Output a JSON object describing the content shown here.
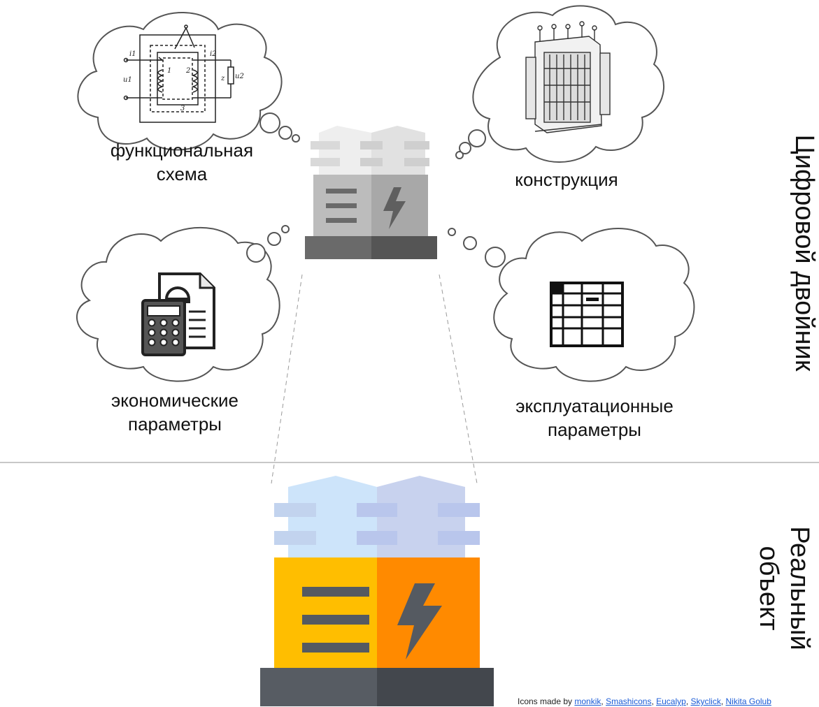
{
  "labels": {
    "functional_line1": "функциональная",
    "functional_line2": "схема",
    "construction": "конструкция",
    "economic_line1": "экономические",
    "economic_line2": "параметры",
    "operational_line1": "эксплуатационные",
    "operational_line2": "параметры"
  },
  "side_titles": {
    "digital_twin": "Цифровой двойник",
    "real_object_line1": "Реальный",
    "real_object_line2": "объект"
  },
  "schematic_text": {
    "i1": "i1",
    "u1": "u1",
    "n1": "1",
    "n2": "2",
    "i2": "i2",
    "z": "z",
    "u2": "u2",
    "n3": "3"
  },
  "credits": {
    "prefix": "Icons made by",
    "authors": [
      "monkik",
      "Smashicons",
      "Eucalyp",
      "Skyclick",
      "Nikita Golub"
    ]
  },
  "colors": {
    "real_yellow": "#FFBE00",
    "real_orange": "#FF8A00",
    "real_base_left": "#575C63",
    "real_base_right": "#43474D",
    "real_top_left": "#CDE4FA",
    "real_top_right": "#C8D2EE",
    "real_fin": "#B9C6EC",
    "twin_light": "#E3E3E3",
    "twin_mid": "#B7B7B7",
    "twin_dark": "#5A5A5A"
  }
}
